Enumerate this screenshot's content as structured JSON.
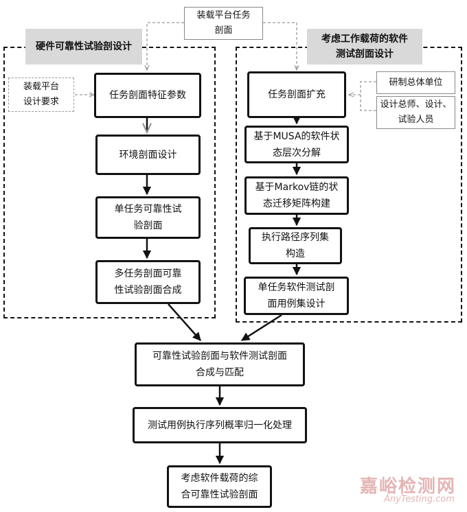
{
  "top_source": "装载平台任务\n剖面",
  "left_section_title": "硬件可靠性试验剖设计",
  "right_section_title": "考虑工作载荷的软件\n测试剖面设计",
  "left_input": "装载平台\n设计要求",
  "left_steps": [
    "任务剖面特征参数",
    "环境剖面设计",
    "单任务可靠性试\n验剖面",
    "多任务剖面可靠\n性试验剖面合成"
  ],
  "right_inputs": [
    "研制总体单位",
    "设计总师、设计、\n试验人员"
  ],
  "right_steps": [
    "任务剖面扩充",
    "基于MUSA的软件状\n态层次分解",
    "基于Markov链的状\n态迁移矩阵构建",
    "执行路径序列集\n构造",
    "单任务软件测试剖\n面用例集设计"
  ],
  "bottom_steps": [
    "可靠性试验剖面与软件测试剖面\n合成与匹配",
    "测试用例执行序列概率归一化处理",
    "考虑软件载荷的综\n合可靠性试验剖面"
  ],
  "watermark": {
    "cn": "嘉峪检测网",
    "en": "AnyTesting.com"
  }
}
